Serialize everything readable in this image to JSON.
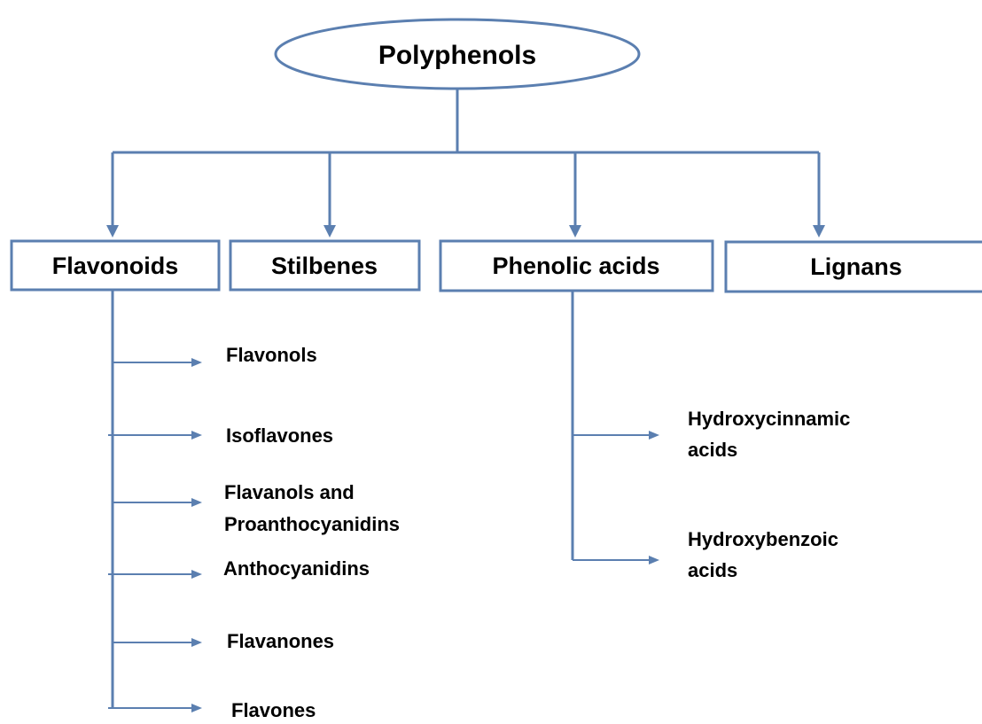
{
  "root": {
    "label": "Polyphenols"
  },
  "categories": {
    "flavonoids": {
      "label": "Flavonoids"
    },
    "stilbenes": {
      "label": "Stilbenes"
    },
    "phenolic_acids": {
      "label": "Phenolic acids"
    },
    "lignans": {
      "label": "Lignans"
    }
  },
  "flavonoid_subclasses": [
    {
      "line1": "Flavonols"
    },
    {
      "line1": "Isoflavones"
    },
    {
      "line1": "Flavanols and",
      "line2": "Proanthocyanidins"
    },
    {
      "line1": "Anthocyanidins"
    },
    {
      "line1": "Flavanones"
    },
    {
      "line1": "Flavones"
    }
  ],
  "phenolic_acid_subclasses": [
    {
      "line1": "Hydroxycinnamic",
      "line2": "acids"
    },
    {
      "line1": "Hydroxybenzoic",
      "line2": "acids"
    }
  ],
  "colors": {
    "connector": "#5b7fb0",
    "text": "#000000",
    "background": "#ffffff"
  }
}
